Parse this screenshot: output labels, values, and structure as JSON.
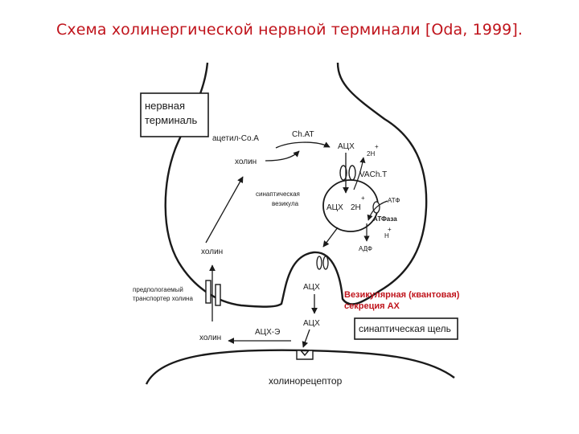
{
  "title": "Схема холинергической нервной терминали [Oda, 1999].",
  "labels": {
    "terminal_box_line1": "нервная",
    "terminal_box_line2": "терминаль",
    "acetyl_coa": "ацетил-Co.A",
    "chat": "Ch.AT",
    "ach_top": "АЦХ",
    "two_h_top": "2H",
    "plus_top": "+",
    "choline_upper": "холин",
    "vacht": "VACh.T",
    "syn_vesicle_line1": "синаптическая",
    "syn_vesicle_line2": "везикула",
    "ach_vesicle": "АЦХ",
    "two_h_vesicle": "2H",
    "plus_vesicle": "+",
    "atp": "АТФ",
    "atpase": "АТФаза",
    "h_plus": "H",
    "plus_h": "+",
    "adp": "АДФ",
    "choline_mid": "холин",
    "transporter_line1": "предпологаемый",
    "transporter_line2": "транспортер холина",
    "ach_release": "АЦХ",
    "vesicular_secretion_line1": "Везикулярная (квантовая)",
    "vesicular_secretion_line2": "секреция АХ",
    "synaptic_cleft": "синаптическая щель",
    "ach_cleft": "АЦХ",
    "choline_lower": "холин",
    "ache": "АЦХ-Э",
    "cholinoreceptor": "холинорецептор"
  },
  "colors": {
    "title": "#c0141c",
    "note": "#c0141c",
    "line": "#1a1a1a"
  }
}
